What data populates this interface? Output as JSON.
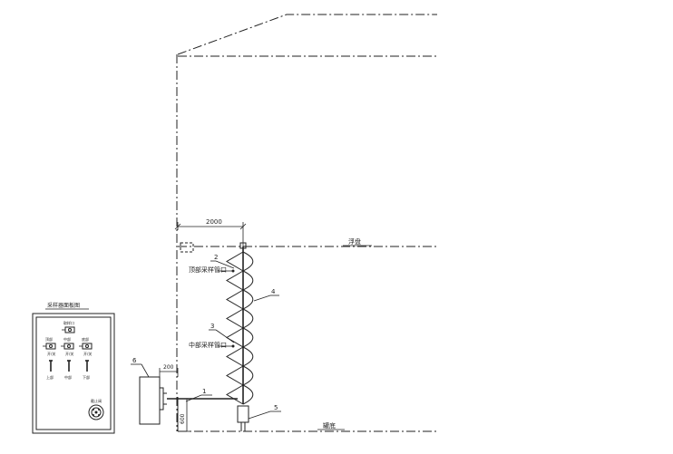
{
  "dimensions": {
    "horizontal_top": "2000",
    "horizontal_small": "200",
    "vertical_bottom": "600"
  },
  "labels": {
    "float_roof": "浮盘",
    "tank_bottom": "罐底",
    "top_port": "顶部采样管口",
    "mid_port": "中部采样管口"
  },
  "callouts": [
    "1",
    "2",
    "3",
    "4",
    "5",
    "6"
  ],
  "panel": {
    "title": "采样器面板图",
    "valve_top_caption": "取样口",
    "valve_captions": [
      "顶部",
      "中部",
      "底部"
    ],
    "valve_subcaptions": [
      "开/关",
      "开/关",
      "开/关"
    ],
    "lever_captions": [
      "上部",
      "中部",
      "下部"
    ],
    "knob_caption": "截止阀"
  },
  "colors": {
    "line": "#222222",
    "background": "#ffffff"
  }
}
